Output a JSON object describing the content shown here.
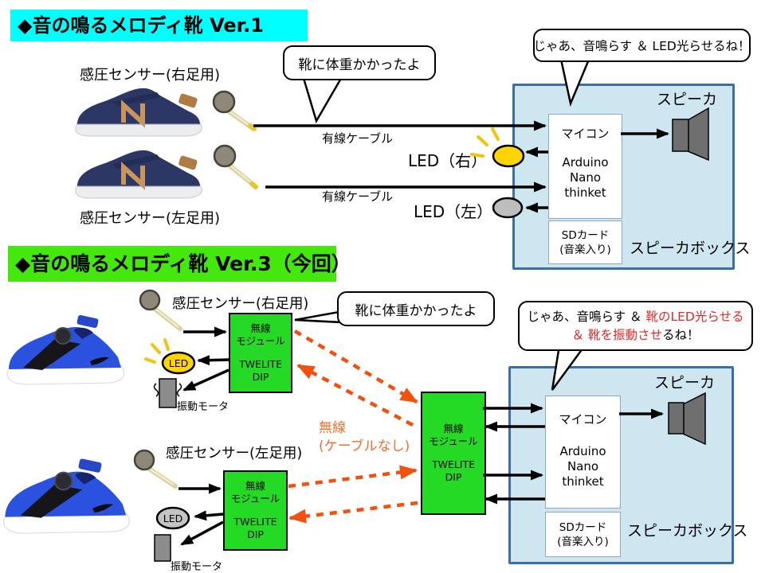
{
  "ver1": {
    "title": "◆音の鳴るメロディ靴 Ver.1",
    "sensor_right_label": "感圧センサー(右足用)",
    "sensor_left_label": "感圧センサー(左足用)",
    "shoe_bubble": "靴に体重かかったよ",
    "controller_bubble": "じゃあ、音鳴らす ＆ LED光らせるね！",
    "cable_label": "有線ケーブル",
    "led_right_label": "LED（右）",
    "led_left_label": "LED（左）"
  },
  "ver3": {
    "title": "◆音の鳴るメロディ靴 Ver.3（今回）",
    "sensor_right_label": "感圧センサー(右足用)",
    "sensor_left_label": "感圧センサー(左足用)",
    "shoe_bubble": "靴に体重かかったよ",
    "controller_bubble": {
      "line1_black": "じゃあ、音鳴らす ＆ ",
      "line1_red": "靴のLED光らせる",
      "line2_red": "＆ 靴を振動させ",
      "line2_black": "るね！"
    },
    "wireless_note_line1": "無線",
    "wireless_note_line2": "(ケーブルなし)",
    "led_label": "LED",
    "motor_label": "振動モータ"
  },
  "speaker_box": {
    "speaker_label": "スピーカ",
    "box_label": "スピーカボックス",
    "mcu_line1": "マイコン",
    "mcu_line2": "Arduino",
    "mcu_line3": "Nano",
    "mcu_line4": "thinket"
  },
  "sd_card": {
    "line1": "SDカード",
    "line2": "(音楽入り)"
  },
  "wireless_module": {
    "line1": "無線",
    "line2": "モジュール",
    "line3": "TWELITE",
    "line4": "DIP"
  },
  "colors": {
    "ver1_title_bg": "#00FFFF",
    "ver3_title_bg": "#44E80D",
    "module_green": "#25DA25",
    "speaker_box_fill": "#CDE6F0",
    "speaker_box_border": "#3A6EA5",
    "wireless_note_orange": "#ED7030",
    "dashed_link_orange": "#F2500F",
    "led_on_yellow": "#FFD400",
    "led_off_gray": "#BDBDBD",
    "bubble_red_text": "#E02929"
  }
}
